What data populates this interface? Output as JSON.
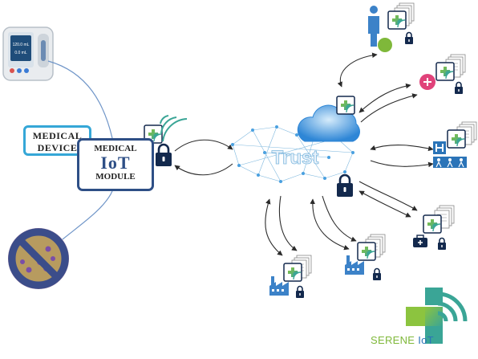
{
  "medical_device": {
    "line1": "MEDICAL",
    "line2": "DEVICE"
  },
  "iot_module": {
    "line1": "MEDICAL",
    "line2": "IoT",
    "line3": "MODULE"
  },
  "cloud_label": "Trust",
  "logo": {
    "word1": "SERENE",
    "word2": "IoT"
  },
  "pump_screen": {
    "line1": "120.0 mL",
    "line2": "0.0 mL"
  },
  "colors": {
    "cross_green": "#8cc43f",
    "cross_teal": "#3aa596",
    "lock_navy": "#13294d",
    "arrow": "#2b2b2b",
    "line_blue": "#6f95c8",
    "cloud_blue": "#4aa0e0"
  }
}
